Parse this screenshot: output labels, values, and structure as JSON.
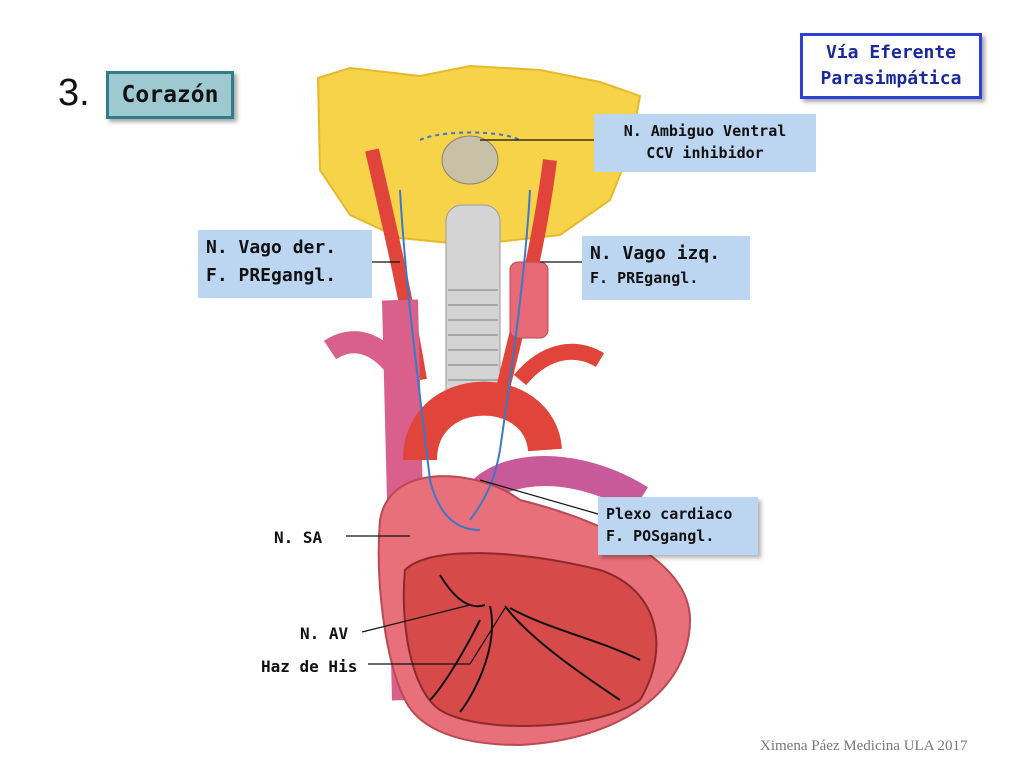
{
  "slide": {
    "number": "3.",
    "topic": "Corazón",
    "pathway_line1": "Vía Eferente",
    "pathway_line2": "Parasimpática",
    "footer": "Ximena Páez Medicina ULA 2017"
  },
  "labels": {
    "ambiguo_line1": "N. Ambiguo Ventral",
    "ambiguo_line2": "CCV inhibidor",
    "vago_der_line1": "N. Vago der.",
    "vago_der_line2": "F. PREgangl.",
    "vago_izq_line1": "N. Vago izq.",
    "vago_izq_line2": "F. PREgangl.",
    "plexo_line1": "Plexo cardiaco",
    "plexo_line2": "F. POSgangl.",
    "sa": "N. SA",
    "av": "N. AV",
    "his": "Haz de His"
  },
  "colors": {
    "skull": "#f7d34a",
    "artery": "#e0443a",
    "heart": "#e8707a",
    "vein": "#d8608a",
    "trachea": "#cfcfcf",
    "nerve": "#3a78c8",
    "label_fill": "#bcd6f2"
  }
}
